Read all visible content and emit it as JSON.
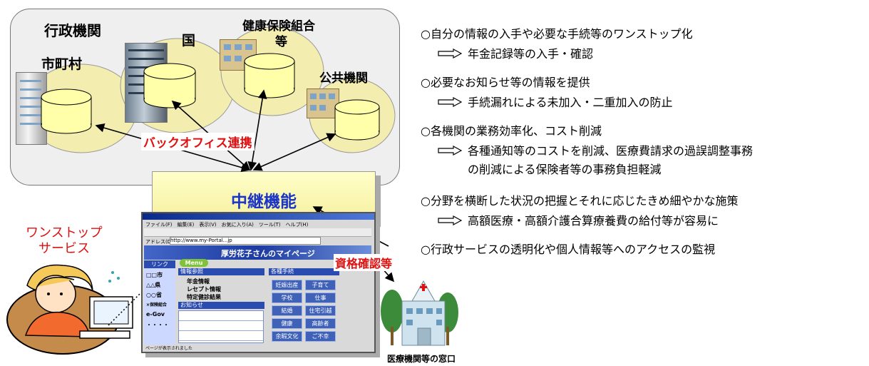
{
  "labels": {
    "gyosei": "行政機関",
    "shichoson": "市町村",
    "kuni": "国",
    "kenpo_line1": "健康保険組合",
    "kenpo_line2": "等",
    "kokyo": "公共機関",
    "backoffice": "バックオフィス連携",
    "relay": "中継機能",
    "onestop_line1": "ワンストップ",
    "onestop_line2": "サービス",
    "shikaku": "資格確認等",
    "iryo": "医療機関等の窓口"
  },
  "portal": {
    "menubar": "ファイル(F)　編集(E)　表示(V)　お気に入り(A)　ツール(T)　ヘルプ(H)",
    "address_label": "アドレス(D)",
    "address_value": "http://www.my-Portal...jp",
    "page_title": "厚労花子さんのマイページ",
    "link_header": "リンク",
    "links": [
      "□□市",
      "△△県",
      "○○省",
      "×保険組合",
      "e-Gov",
      "・・・・"
    ],
    "menu_tab": "Menu",
    "info_header": "情報参照",
    "info_items": [
      "年金情報",
      "レセプト情報",
      "特定健診結果"
    ],
    "tetsuzuki_header": "各種手続",
    "buttons": [
      "妊娠出産",
      "子育て",
      "学校",
      "仕事",
      "結婚",
      "住宅引越",
      "健康",
      "高齢者",
      "余暇文化",
      "ご不幸"
    ],
    "notice_header": "お知らせ",
    "status": "ページが表示されました"
  },
  "bullets": [
    {
      "text": "○自分の情報の入手や必要な手続等のワンストップ化",
      "subs": [
        "年金記録等の入手・確認"
      ]
    },
    {
      "text": "○必要なお知らせ等の情報を提供",
      "subs": [
        "手続漏れによる未加入・二重加入の防止"
      ]
    },
    {
      "text": "○各機関の業務効率化、コスト削減",
      "subs": [
        "各種通知等のコストを削減、医療費請求の過誤調整事務",
        "の削減による保険者等の事務負担軽減"
      ]
    },
    {
      "text": "○分野を横断した状況の把握とそれに応じたきめ細やかな施策",
      "subs": [
        "高額医療・高額介護合算療養費の給付等が容易に"
      ]
    },
    {
      "text": "○行政サービスの透明化や個人情報等へのアクセスの監視",
      "subs": []
    }
  ],
  "colors": {
    "relay_text": "#1a35c8",
    "red_text": "#e01010",
    "portal_blue": "#1c3aa0",
    "button_blue": "#3f62b8",
    "disk_yellow": "#ffffaa",
    "circle_yellow": "#f4edb0"
  }
}
